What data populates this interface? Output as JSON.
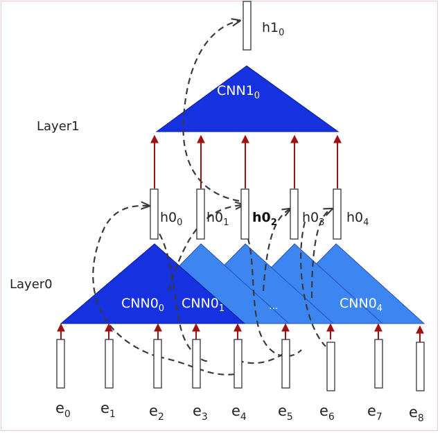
{
  "labels": {
    "layer0": "Layer0",
    "layer1": "Layer1",
    "top_output": {
      "base": "h1",
      "sub": "0"
    },
    "cnn1": {
      "base": "CNN1",
      "sub": "0"
    },
    "cnn0_0": {
      "base": "CNN0",
      "sub": "0"
    },
    "cnn0_1": {
      "base": "CNN0",
      "sub": "1"
    },
    "cnn0_4": {
      "base": "CNN0",
      "sub": "4"
    },
    "ellipsis": "..."
  },
  "hidden_units": [
    {
      "base": "h0",
      "sub": "0",
      "bold": false
    },
    {
      "base": "h0",
      "sub": "1",
      "bold": false
    },
    {
      "base": "h0",
      "sub": "2",
      "bold": true
    },
    {
      "base": "h0",
      "sub": "3",
      "bold": false
    },
    {
      "base": "h0",
      "sub": "4",
      "bold": false
    }
  ],
  "inputs": [
    {
      "base": "e",
      "sub": "0"
    },
    {
      "base": "e",
      "sub": "1"
    },
    {
      "base": "e",
      "sub": "2"
    },
    {
      "base": "e",
      "sub": "3"
    },
    {
      "base": "e",
      "sub": "4"
    },
    {
      "base": "e",
      "sub": "5"
    },
    {
      "base": "e",
      "sub": "6"
    },
    {
      "base": "e",
      "sub": "7"
    },
    {
      "base": "e",
      "sub": "8"
    }
  ],
  "colors": {
    "dark_blue": "#1531e0",
    "light_blue": "#3d86f2",
    "arrow_red": "#a01010",
    "dashed": "#3a3a3a",
    "frame": "#f2c9c1"
  }
}
